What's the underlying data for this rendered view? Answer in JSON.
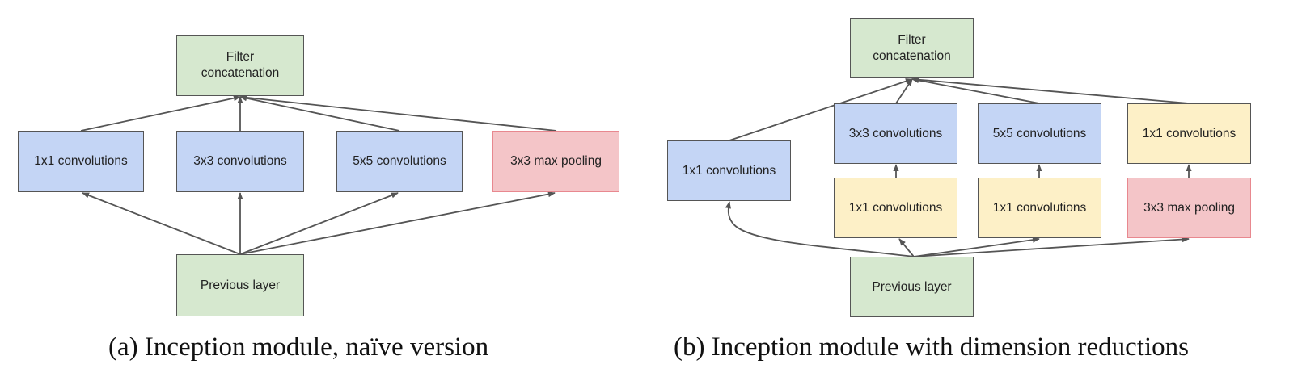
{
  "colors": {
    "green": "#d6e8cf",
    "blue": "#c4d5f5",
    "yellow": "#fdf0c7",
    "red": "#f4c5c8",
    "edge": "#555555"
  },
  "diagram_a": {
    "caption": "(a)  Inception module, naïve version",
    "nodes": {
      "concat": "Filter\nconcatenation",
      "conv1": "1x1 convolutions",
      "conv3": "3x3 convolutions",
      "conv5": "5x5 convolutions",
      "pool": "3x3 max pooling",
      "prev": "Previous layer"
    }
  },
  "diagram_b": {
    "caption": "(b)  Inception module with dimension reductions",
    "nodes": {
      "concat": "Filter\nconcatenation",
      "conv1": "1x1 convolutions",
      "conv3": "3x3 convolutions",
      "conv5": "5x5 convolutions",
      "conv1_after_pool": "1x1 convolutions",
      "reduce3": "1x1 convolutions",
      "reduce5": "1x1 convolutions",
      "pool": "3x3 max pooling",
      "prev": "Previous layer"
    }
  }
}
